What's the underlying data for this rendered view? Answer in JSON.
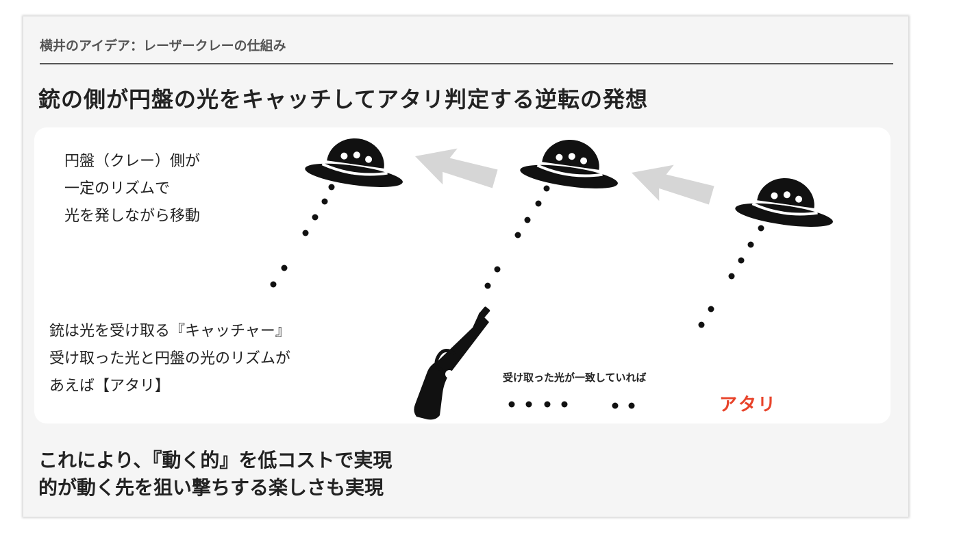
{
  "header": {
    "title": "横井のアイデア：レーザークレーの仕組み"
  },
  "headline": "銃の側が円盤の光をキャッチしてアタリ判定する逆転の発想",
  "diagram": {
    "ufo_description": [
      "円盤（クレー）側が",
      "一定のリズムで",
      "光を発しながら移動"
    ],
    "gun_description": [
      "銃は光を受け取る『キャッチャー』",
      "受け取った光と円盤の光のリズムが",
      "あえば【アタリ】"
    ],
    "match_label": "受け取った光が一致していれば",
    "hit_label": "アタリ",
    "colors": {
      "hit": "#e8432a",
      "arrow": "#d6d6d6",
      "ink": "#111111"
    },
    "icons": [
      "ufo-icon",
      "arrow-left-icon",
      "pistol-icon",
      "light-dot-icon"
    ]
  },
  "footer": {
    "lines": [
      "これにより、『動く的』を低コストで実現",
      "的が動く先を狙い撃ちする楽しさも実現"
    ]
  }
}
